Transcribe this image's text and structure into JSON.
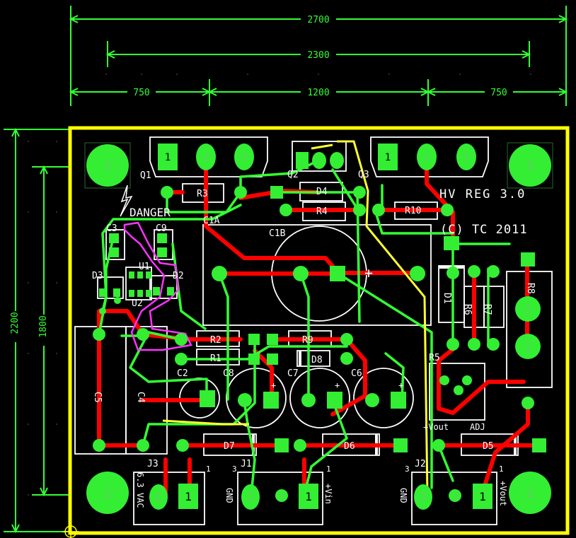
{
  "dimensions": {
    "top_total": "2700",
    "top_mid": "2300",
    "seg_left": "750",
    "seg_mid": "1200",
    "seg_right": "750",
    "left_outer": "2200",
    "left_inner": "1800"
  },
  "title": "HV REG 3.0",
  "subtitle": "(C) TC 2011",
  "warning": "DANGER",
  "mounting_hole_label": "1",
  "refs": {
    "q1": "Q1",
    "q2": "Q2",
    "q3": "Q3",
    "r1": "R1",
    "r2": "R2",
    "r3": "R3",
    "r4": "R4",
    "r5": "R5",
    "r6": "R6",
    "r7": "R7",
    "r8": "R8",
    "r9": "R9",
    "r10": "R10",
    "c1a": "C1A",
    "c1b": "C1B",
    "c2": "C2",
    "c3": "C3",
    "c4": "C4",
    "c5": "C5",
    "c6": "C6",
    "c7": "C7",
    "c8": "C8",
    "c9": "C9",
    "d1": "D1",
    "d2": "D2",
    "d3": "D3",
    "d4": "D4",
    "d5": "D5",
    "d6": "D6",
    "d7": "D7",
    "d8": "D8",
    "u1": "U1",
    "u2": "U2",
    "j1": "J1",
    "j2": "J2",
    "j3": "J3"
  },
  "connectors": {
    "j3_label": "6.3 VAC",
    "j1_gnd": "GND",
    "j1_vin": "+Vin",
    "j2_gnd": "GND",
    "j2_vout": "+Vout"
  },
  "pad_numbers": {
    "one": "1",
    "two": "2",
    "three": "3",
    "plus": "+"
  },
  "bottom_labels": {
    "vout": "+Vout",
    "adj": "ADJ"
  },
  "colors": {
    "background": "#000000",
    "silkscreen": "#ffffff",
    "copper_top": "#ff0000",
    "copper_bottom": "#33ff33",
    "pad": "#33ee33",
    "pad_square": "#99ff00",
    "board_outline": "#ffff00",
    "dimension": "#33ff33",
    "highlight": "#ff33ff"
  }
}
